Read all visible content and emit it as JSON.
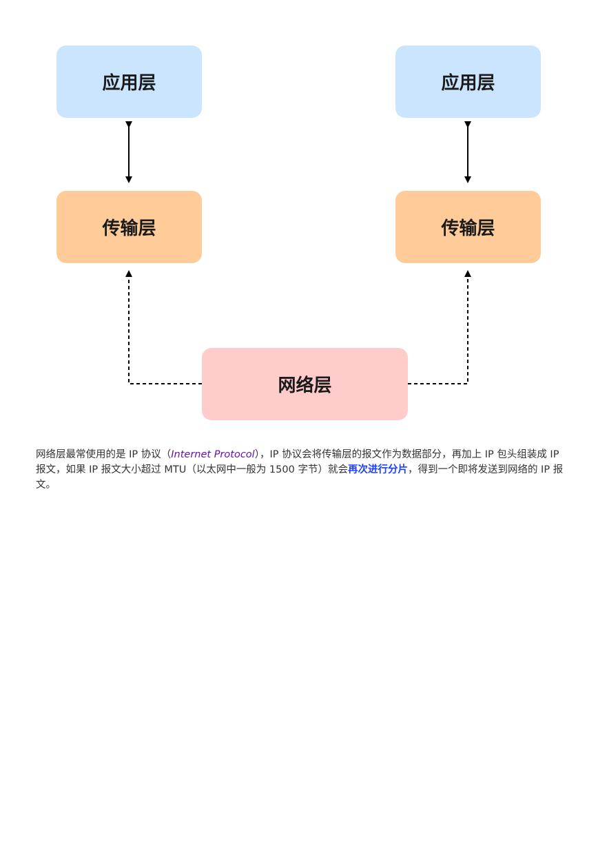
{
  "diagram": {
    "app_layer_left": "应用层",
    "app_layer_right": "应用层",
    "transport_layer_left": "传输层",
    "transport_layer_right": "传输层",
    "network_layer": "网络层",
    "colors": {
      "app_layer": "#cce5ff",
      "transport_layer": "#ffcc99",
      "network_layer": "#ffcccc"
    }
  },
  "paragraph": {
    "part1": "网络层最常使用的是 IP 协议（",
    "term": "Internet Protocol",
    "part2": "），IP 协议会将传输层的报文作为数据部分，再加上 IP 包头组装成 IP 报文，如果 IP 报文大小超过 MTU（以太网中一般为 1500 字节）就会",
    "highlight": "再次进行分片",
    "part3": "，得到一个即将发送到网络的 IP 报文。"
  }
}
